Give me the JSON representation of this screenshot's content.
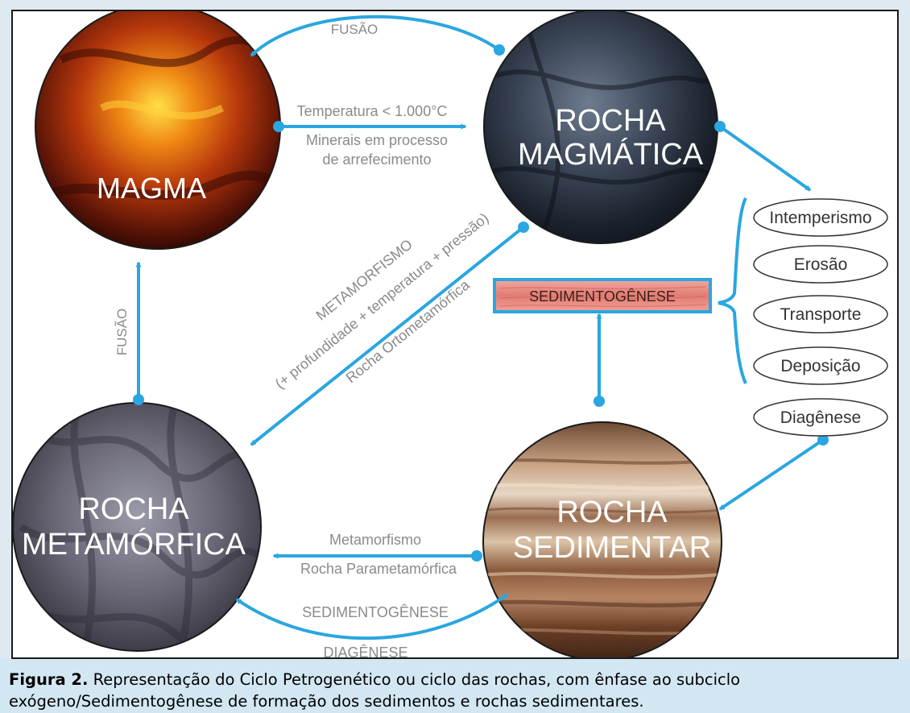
{
  "diagram": {
    "nodes": {
      "magma": "MAGMA",
      "magmatica_l1": "ROCHA",
      "magmatica_l2": "MAGMÁTICA",
      "metamorfica_l1": "ROCHA",
      "metamorfica_l2": "METAMÓRFICA",
      "sedimentar_l1": "ROCHA",
      "sedimentar_l2": "SEDIMENTAR"
    },
    "arrows": {
      "fusao_top": "FUSÃO",
      "fusao_left": "FUSÃO",
      "cooling_1": "Temperatura < 1.000°C",
      "cooling_2": "Minerais em processo",
      "cooling_3": "de arrefecimento",
      "meta_diag_1": "METAMORFISMO",
      "meta_diag_2": "(+ profundidade + temperatura + pressão)",
      "meta_diag_3": "Rocha Ortometamórfica",
      "meta_bottom_1": "Metamorfismo",
      "meta_bottom_2": "Rocha Parametamórfica",
      "sed_bottom": "SEDIMENTOGÊNESE",
      "diag_bottom": "DIAGÊNESE"
    },
    "sedimentogenese_box": "SEDIMENTOGÊNESE",
    "processes": [
      "Intemperismo",
      "Erosão",
      "Transporte",
      "Deposição",
      "Diagênese"
    ],
    "colors": {
      "arrow": "#2aa6e0",
      "label": "#8a8a8a",
      "box_border": "#2aa6e0",
      "box_fill": "#e9877d"
    }
  },
  "caption": {
    "label": "Figura 2.",
    "text": " Representação do Ciclo Petrogenético ou ciclo das rochas, com ênfase ao subciclo exógeno/Sedimentogênese de formação dos sedimentos e rochas sedimentares."
  }
}
